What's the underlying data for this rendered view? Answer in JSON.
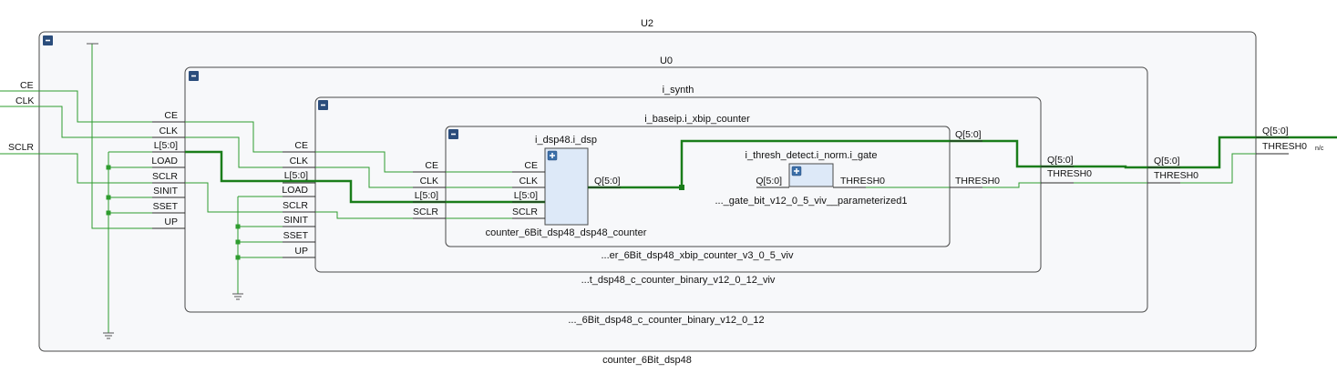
{
  "diagram": {
    "modules": {
      "u2": {
        "instance": "U2",
        "module": "counter_6Bit_dsp48"
      },
      "u0": {
        "instance": "U0",
        "module": "..._6Bit_dsp48_c_counter_binary_v12_0_12"
      },
      "i_synth": {
        "instance": "i_synth",
        "module": "...t_dsp48_c_counter_binary_v12_0_12_viv"
      },
      "baseip": {
        "instance": "i_baseip.i_xbip_counter",
        "module": "...er_6Bit_dsp48_xbip_counter_v3_0_5_viv"
      }
    },
    "cells": {
      "dsp": {
        "instance": "i_dsp48.i_dsp",
        "module": "counter_6Bit_dsp48_dsp48_counter"
      },
      "gate": {
        "instance": "i_thresh_detect.i_norm.i_gate",
        "module": "..._gate_bit_v12_0_5_viv__parameterized1"
      }
    },
    "top_inputs": {
      "ce": "CE",
      "clk": "CLK",
      "sclr": "SCLR"
    },
    "top_outputs": {
      "q": "Q[5:0]",
      "thresh": "THRESH0"
    },
    "unconnected_label": "n/c",
    "pins": {
      "u0_in": {
        "ce": "CE",
        "clk": "CLK",
        "l": "L[5:0]",
        "load": "LOAD",
        "sclr": "SCLR",
        "sinit": "SINIT",
        "sset": "SSET",
        "up": "UP"
      },
      "synth_in": {
        "ce": "CE",
        "clk": "CLK",
        "l": "L[5:0]",
        "load": "LOAD",
        "sclr": "SCLR",
        "sinit": "SINIT",
        "sset": "SSET",
        "up": "UP"
      },
      "baseip_in": {
        "ce": "CE",
        "clk": "CLK",
        "l": "L[5:0]",
        "sclr": "SCLR"
      },
      "dsp_in": {
        "ce": "CE",
        "clk": "CLK",
        "l": "L[5:0]",
        "sclr": "SCLR"
      },
      "dsp_out": {
        "q": "Q[5:0]"
      },
      "gate_in": {
        "q": "Q[5:0]"
      },
      "gate_out": {
        "thresh": "THRESH0"
      },
      "baseip_out": {
        "q": "Q[5:0]",
        "thresh": "THRESH0"
      },
      "synth_out": {
        "q": "Q[5:0]",
        "thresh": "THRESH0"
      },
      "u0_out": {
        "q": "Q[5:0]",
        "thresh": "THRESH0"
      },
      "u2_out": {
        "q": "Q[5:0]",
        "thresh": "THRESH0"
      }
    },
    "colors": {
      "net": "#2e9c2e",
      "bus": "#1a7d1a",
      "cell_fill": "#dde9f8",
      "box_fill": "#f7f8fa",
      "button": "#2b4d7c"
    }
  }
}
